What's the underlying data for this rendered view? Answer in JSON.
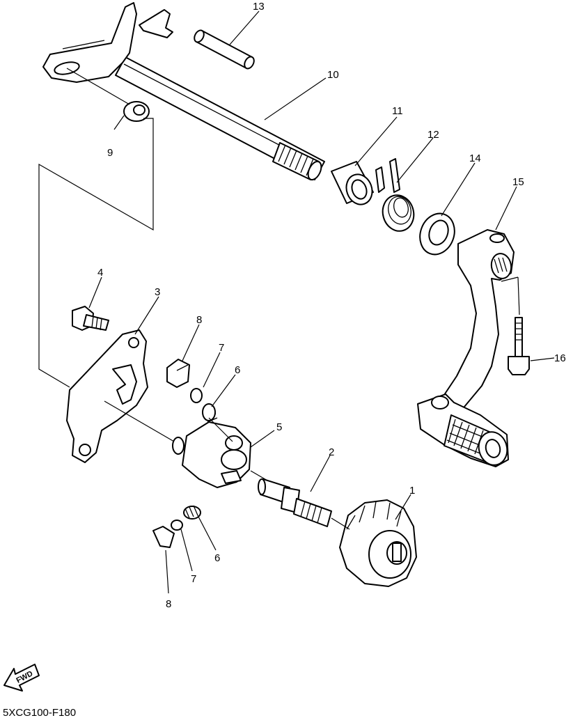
{
  "diagram": {
    "drawing_code": "5XCG100-F180",
    "fwd_label": "FWD",
    "callouts": {
      "c1": "1",
      "c2": "2",
      "c3": "3",
      "c4": "4",
      "c5": "5",
      "c6a": "6",
      "c6b": "6",
      "c7a": "7",
      "c7b": "7",
      "c8a": "8",
      "c8b": "8",
      "c9": "9",
      "c10": "10",
      "c11": "11",
      "c12": "12",
      "c13": "13",
      "c14": "14",
      "c15": "15",
      "c16": "16"
    }
  }
}
